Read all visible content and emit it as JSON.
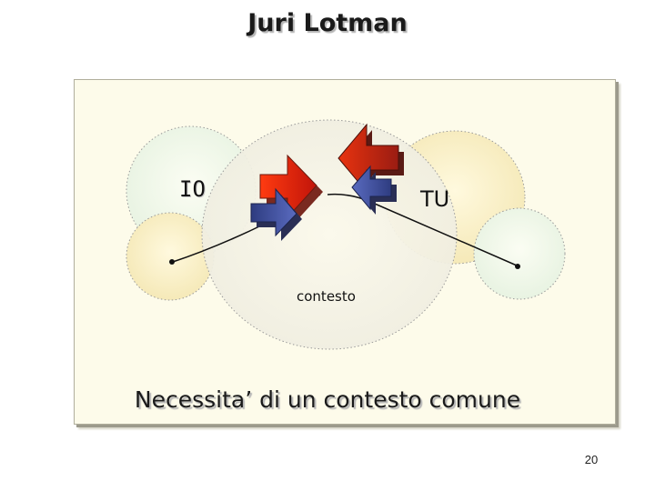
{
  "slide": {
    "title": "Juri Lotman",
    "caption": "Necessita’ di un contesto comune",
    "page_number": "20"
  },
  "diagram": {
    "label_io": "IO",
    "label_tu": "TU",
    "label_context": "contesto"
  },
  "colors": {
    "panel_bg": "#fdfbea",
    "red_arrow": "#e8300f",
    "blue_arrow": "#3e4e98"
  }
}
